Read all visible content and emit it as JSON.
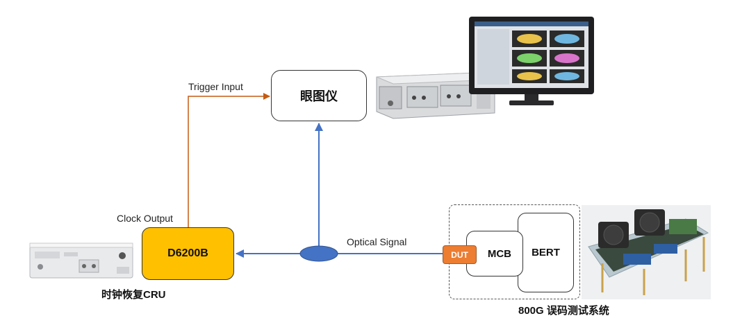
{
  "labels": {
    "trigger_input": "Trigger Input",
    "clock_output": "Clock Output",
    "optical_signal": "Optical Signal"
  },
  "nodes": {
    "eye_scope": "眼图仪",
    "cru": "D6200B",
    "dut": "DUT",
    "mcb": "MCB",
    "bert": "BERT"
  },
  "captions": {
    "cru_caption": "时钟恢复CRU",
    "system_caption": "800G 误码测试系统"
  },
  "colors": {
    "trigger_line": "#c55a11",
    "signal_line": "#4472c4",
    "splitter": "#4472c4",
    "cru_fill": "#ffc000",
    "dut_fill": "#ed7d31"
  }
}
